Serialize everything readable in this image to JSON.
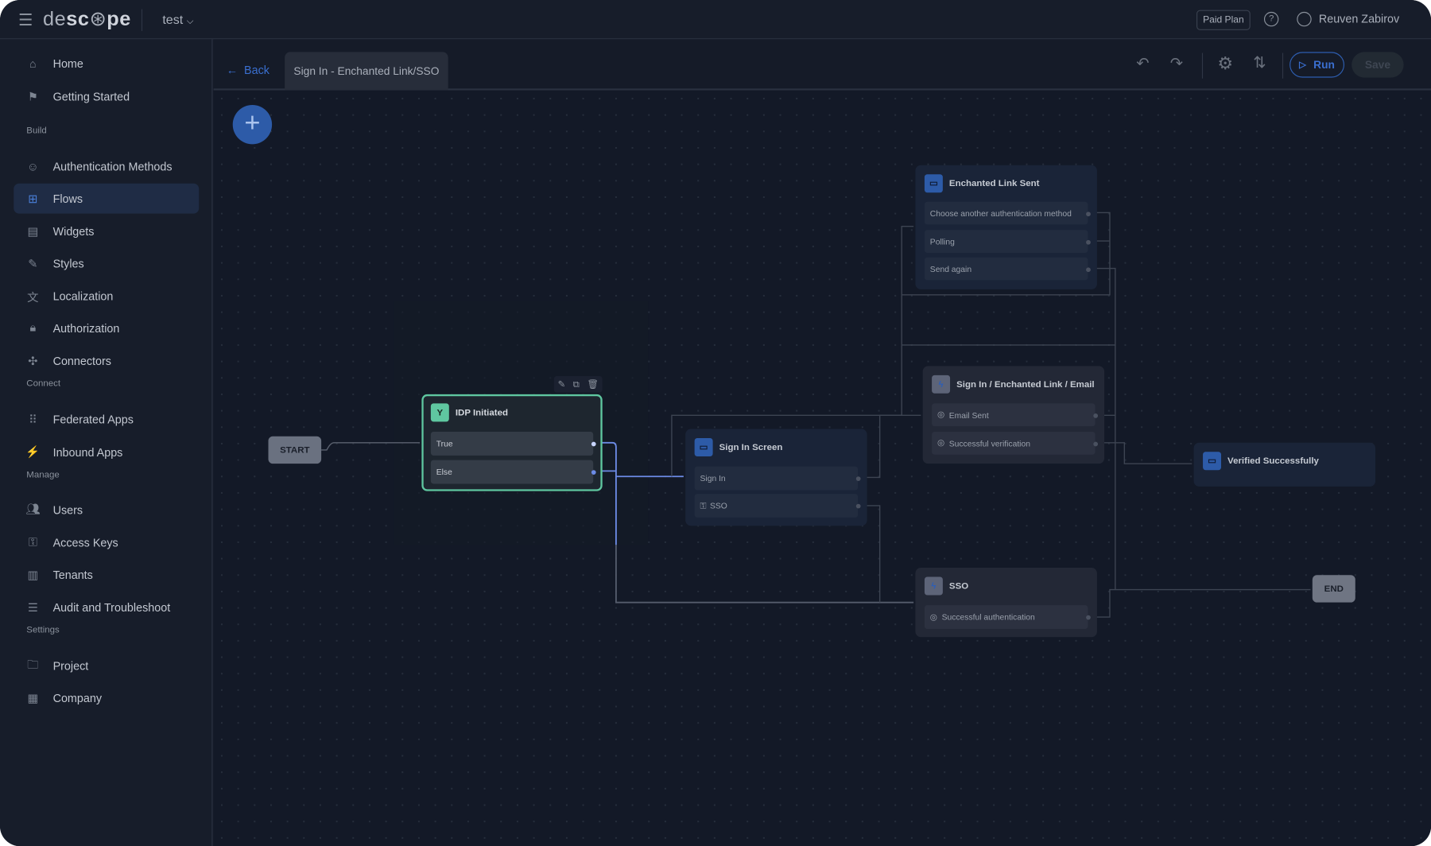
{
  "topbar": {
    "logo": "descope",
    "project": "test",
    "plan_badge": "Paid Plan",
    "user_name": "Reuven Zabirov"
  },
  "sidebar": {
    "items_top": [
      {
        "label": "Home",
        "icon": "home-icon"
      },
      {
        "label": "Getting Started",
        "icon": "flag-icon"
      }
    ],
    "sections": [
      {
        "title": "Build",
        "items": [
          {
            "label": "Authentication Methods",
            "icon": "user-check-icon"
          },
          {
            "label": "Flows",
            "icon": "flow-icon",
            "active": true
          },
          {
            "label": "Widgets",
            "icon": "widget-icon"
          },
          {
            "label": "Styles",
            "icon": "brush-icon"
          },
          {
            "label": "Localization",
            "icon": "translate-icon"
          },
          {
            "label": "Authorization",
            "icon": "lock-icon"
          },
          {
            "label": "Connectors",
            "icon": "puzzle-icon"
          }
        ]
      },
      {
        "title": "Connect",
        "items": [
          {
            "label": "Federated Apps",
            "icon": "grid-icon"
          },
          {
            "label": "Inbound Apps",
            "icon": "plug-icon"
          }
        ]
      },
      {
        "title": "Manage",
        "items": [
          {
            "label": "Users",
            "icon": "users-icon"
          },
          {
            "label": "Access Keys",
            "icon": "key-icon"
          },
          {
            "label": "Tenants",
            "icon": "building-icon"
          },
          {
            "label": "Audit and Troubleshoot",
            "icon": "list-icon"
          }
        ]
      },
      {
        "title": "Settings",
        "items": [
          {
            "label": "Project",
            "icon": "folder-icon"
          },
          {
            "label": "Company",
            "icon": "company-icon"
          }
        ]
      }
    ]
  },
  "editor": {
    "back_label": "Back",
    "tab_title": "Sign In - Enchanted Link/SSO",
    "run_label": "Run",
    "save_label": "Save"
  },
  "flow": {
    "start": "START",
    "end": "END",
    "idp": {
      "title": "IDP Initiated",
      "rows": [
        "True",
        "Else"
      ]
    },
    "sign_in_screen": {
      "title": "Sign In Screen",
      "rows": [
        "Sign In",
        "SSO"
      ]
    },
    "enchanted_link_sent": {
      "title": "Enchanted Link Sent",
      "rows": [
        "Choose another authentication method",
        "Polling",
        "Send again"
      ]
    },
    "sign_in_el_email": {
      "title": "Sign In / Enchanted Link / Email",
      "rows": [
        "Email Sent",
        "Successful verification"
      ]
    },
    "verified": {
      "title": "Verified Successfully"
    },
    "sso": {
      "title": "SSO",
      "rows": [
        "Successful authentication"
      ]
    }
  },
  "colors": {
    "accent": "#3a6fd0",
    "selected": "#5fc7a0",
    "bg": "#161c29"
  }
}
